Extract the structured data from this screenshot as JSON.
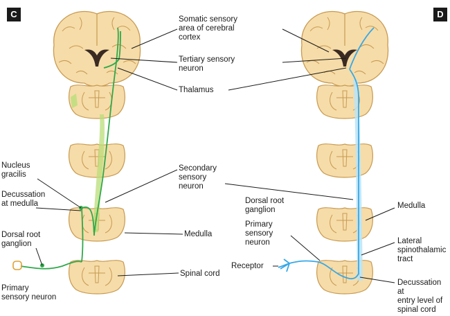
{
  "panels": [
    {
      "letter": "C",
      "labels": {
        "nucleus_gracilis": "Nucleus\ngracilis",
        "decussation_medulla": "Decussation\nat medulla",
        "dorsal_root_ganglion": "Dorsal root\nganglion",
        "primary_sensory_neuron": "Primary\nsensory neuron"
      }
    },
    {
      "letter": "D",
      "labels": {
        "medulla": "Medulla",
        "dorsal_root_ganglion": "Dorsal root\nganglion",
        "primary_sensory_neuron": "Primary\nsensory\nneuron",
        "receptor": "Receptor",
        "lateral_spinothalamic_tract": "Lateral\nspinothalamic\ntract",
        "decussation_entry": "Decussation at\nentry level of\nspinal cord"
      }
    }
  ],
  "center_labels": {
    "somatic_sensory_area": "Somatic sensory\narea of cerebral\ncortex",
    "tertiary_sensory_neuron": "Tertiary sensory\nneuron",
    "thalamus": "Thalamus",
    "secondary_sensory_neuron": "Secondary\nsensory\nneuron",
    "medulla": "Medulla",
    "spinal_cord": "Spinal cord"
  },
  "colors": {
    "tissue": "#f6dca8",
    "tissue_edge": "#c79a52",
    "green_pathway": "#2fa84a",
    "green_tract": "#b9de7a",
    "blue_pathway": "#36a8e8",
    "blue_tract": "#b8e4f8"
  }
}
